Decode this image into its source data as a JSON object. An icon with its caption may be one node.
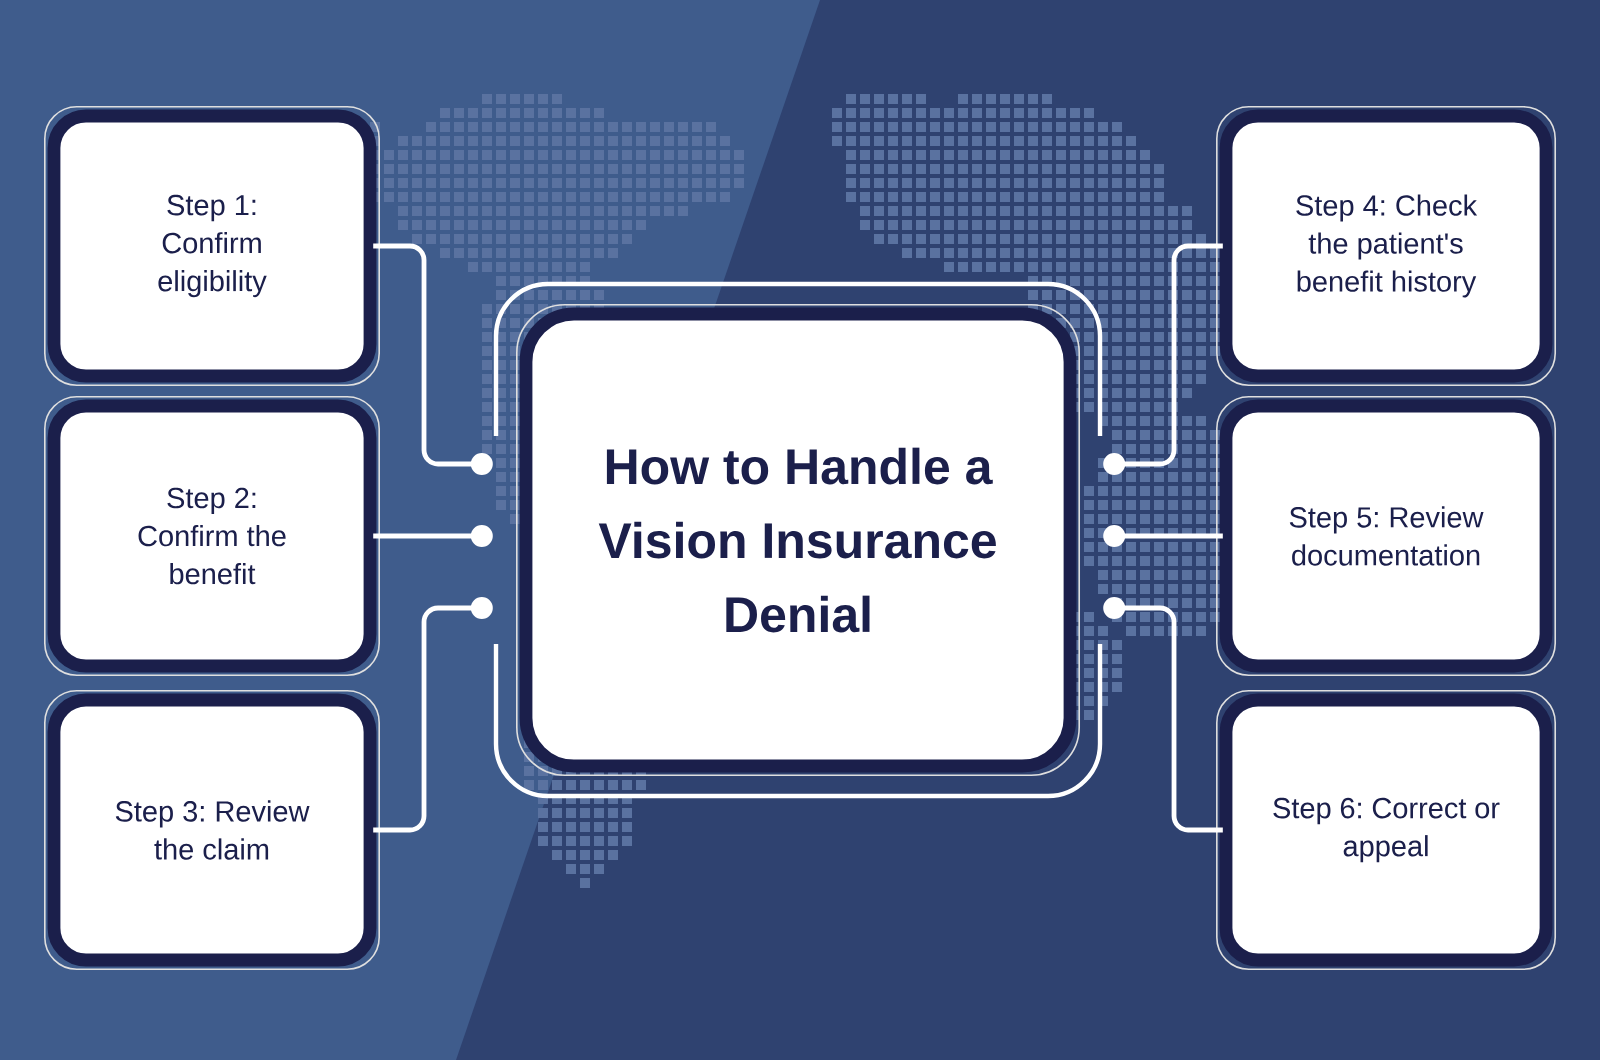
{
  "diagram": {
    "nodes": [
      {
        "text": [
          "Step 1: Confirm eligibility"
        ]
      },
      {
        "text": [
          "Step 2: Confirm the benefit"
        ]
      },
      {
        "text": [
          "Step 3: Review the claim"
        ]
      },
      {
        "text": [
          "How to Handle a Vision Insurance Denial"
        ]
      },
      {
        "text": [
          "Step 4: Check the patient's benefit history"
        ]
      },
      {
        "text": [
          "Step 5: Review documentation"
        ]
      },
      {
        "text": [
          "Step 6: Correct or appeal"
        ]
      }
    ],
    "edges": [
      {
        "from": 0,
        "to": 3,
        "arrow": "other"
      },
      {
        "from": 1,
        "to": 3,
        "arrow": "other"
      },
      {
        "from": 2,
        "to": 3,
        "arrow": "other"
      },
      {
        "from": 4,
        "to": 3,
        "arrow": "other"
      },
      {
        "from": 5,
        "to": 3,
        "arrow": "other"
      },
      {
        "from": 6,
        "to": 3,
        "arrow": "other"
      }
    ]
  }
}
